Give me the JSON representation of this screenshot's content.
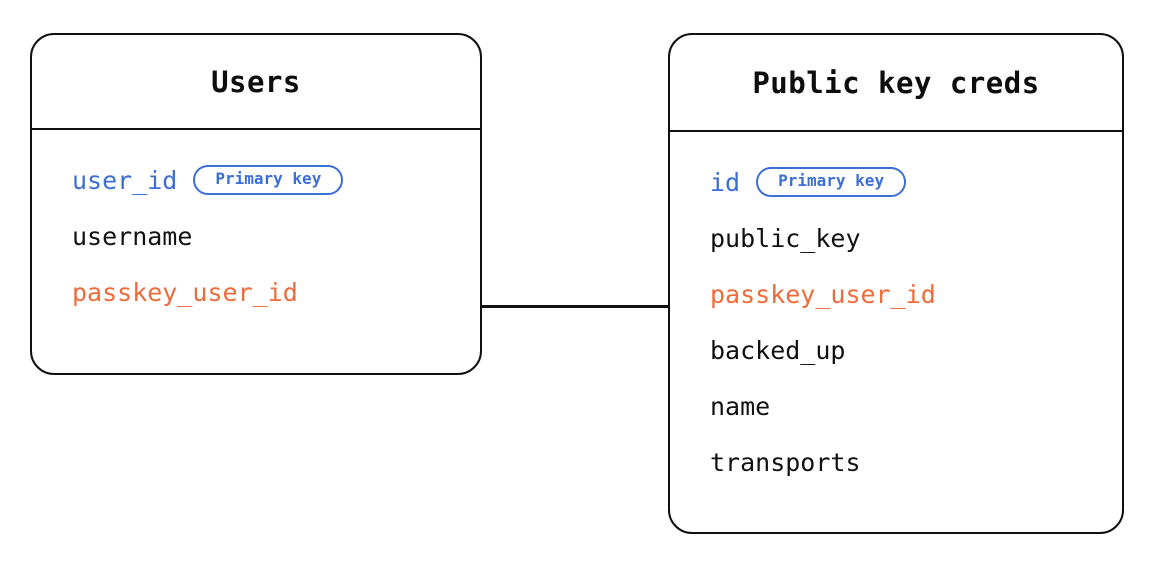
{
  "diagram": {
    "type": "entity-relationship",
    "background_color": "#ffffff",
    "colors": {
      "stroke": "#111111",
      "primary_key": "#3b6fd4",
      "foreign_key": "#ee6b3b",
      "plain_field": "#111111"
    },
    "entities": [
      {
        "id": "users",
        "title": "Users",
        "fields": [
          {
            "name": "user_id",
            "role": "pk",
            "badge": "Primary key"
          },
          {
            "name": "username",
            "role": "plain",
            "badge": null
          },
          {
            "name": "passkey_user_id",
            "role": "fk",
            "badge": null
          }
        ]
      },
      {
        "id": "public_key_creds",
        "title": "Public key creds",
        "fields": [
          {
            "name": "id",
            "role": "pk",
            "badge": "Primary key"
          },
          {
            "name": "public_key",
            "role": "plain",
            "badge": null
          },
          {
            "name": "passkey_user_id",
            "role": "fk",
            "badge": null
          },
          {
            "name": "backed_up",
            "role": "plain",
            "badge": null
          },
          {
            "name": "name",
            "role": "plain",
            "badge": null
          },
          {
            "name": "transports",
            "role": "plain",
            "badge": null
          }
        ]
      }
    ],
    "relationships": [
      {
        "id": "users-to-public-key-creds",
        "from_entity": "users",
        "from_field": "passkey_user_id",
        "to_entity": "public_key_creds",
        "to_field": "passkey_user_id",
        "style": "straight-line"
      }
    ]
  }
}
